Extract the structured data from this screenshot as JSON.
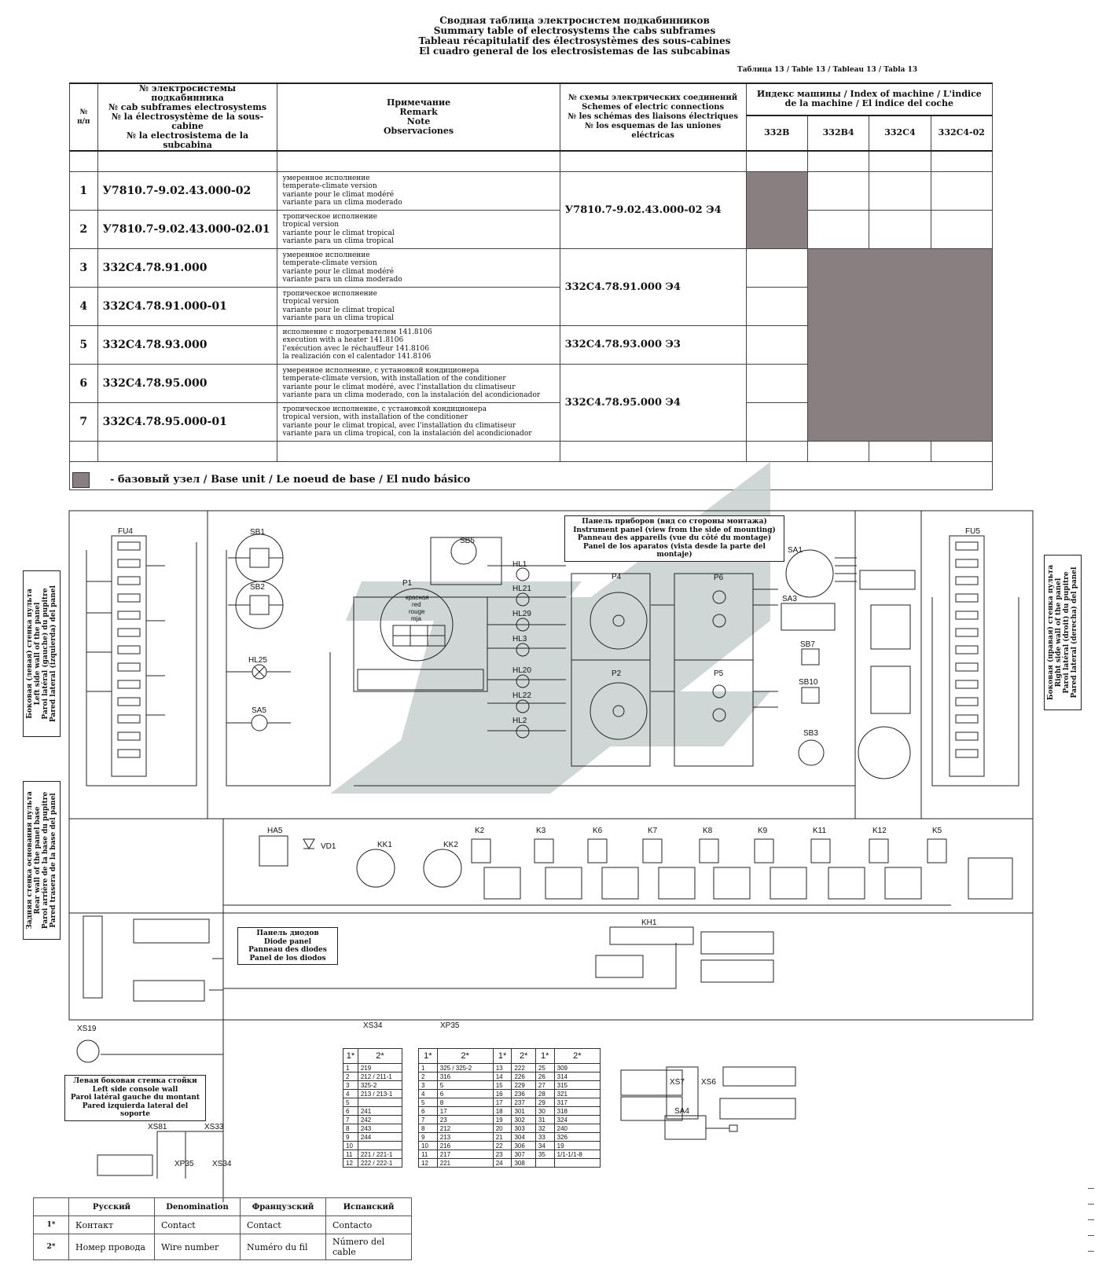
{
  "title_lines": [
    "Сводная таблица электросистем подкабинников",
    "Summary table of electrosystems the cabs subframes",
    "Tableau récapitulatif des électrosystèmes des sous-cabines",
    "El cuadro general de los electrosistemas de las subcabinas"
  ],
  "table_ref": "Таблица 13 / Table 13 / Tableau 13 / Tabla 13",
  "header": {
    "num": "№ п/п",
    "code": [
      "№ электросистемы подкабинника",
      "№ cab subframes electrosystems",
      "№ la électrosystème de la sous-cabine",
      "№ la electrosistema  de la subcabina"
    ],
    "remark": [
      "Примечание",
      "Remark",
      "Note",
      "Observaciones"
    ],
    "scheme": [
      "№ схемы электрических соединений",
      "Schemes of electric connections",
      "№ les schémas des liaisons électriques",
      "№ los esquemas de las uniones eléctricas"
    ],
    "index_title": "Индекс машины / Index of machine / L'indice de la machine / El indice del coche",
    "index_cols": [
      "332B",
      "332B4",
      "332C4",
      "332C4-02"
    ]
  },
  "rows": [
    {
      "num": "1",
      "code": "У7810.7-9.02.43.000-02",
      "remark": [
        "умеренное исполнение",
        "temperate-climate version",
        "variante pour le climat modéré",
        "variante para un clima moderado"
      ],
      "fill": [
        true,
        false,
        false,
        false
      ]
    },
    {
      "num": "2",
      "code": "У7810.7-9.02.43.000-02.01",
      "remark": [
        "тропическое исполнение",
        "tropical version",
        "variante pour le climat tropical",
        "variante para un clima tropical"
      ],
      "fill": [
        true,
        false,
        false,
        false
      ]
    },
    {
      "num": "3",
      "code": "332C4.78.91.000",
      "remark": [
        "умеренное исполнение",
        "temperate-climate version",
        "variante pour le climat modéré",
        "variante para un clima moderado"
      ],
      "fill": [
        false,
        true,
        true,
        true
      ]
    },
    {
      "num": "4",
      "code": "332C4.78.91.000-01",
      "remark": [
        "тропическое исполнение",
        "tropical version",
        "variante pour le climat tropical",
        "variante para un clima tropical"
      ],
      "fill": [
        false,
        true,
        true,
        true
      ]
    },
    {
      "num": "5",
      "code": "332C4.78.93.000",
      "remark": [
        "исполнение с подогревателем 141.8106",
        "execution  with a heater 141.8106",
        "l'exécution avec le réchauffeur 141.8106",
        "la realización con el calentador 141.8106"
      ],
      "fill": [
        false,
        true,
        true,
        true
      ]
    },
    {
      "num": "6",
      "code": "332C4.78.95.000",
      "remark": [
        "умеренное исполнение, с установкой кондиционера",
        "temperate-climate version, with installation of the conditioner",
        "variante pour le climat modéré, avec l'installation du climatiseur",
        "variante para un clima moderado, con la instalación del acondicionador"
      ],
      "fill": [
        false,
        true,
        true,
        true
      ]
    },
    {
      "num": "7",
      "code": "332C4.78.95.000-01",
      "remark": [
        "тропическое исполнение, с установкой кондиционера",
        "tropical version, with installation of the conditioner",
        "variante pour le climat tropical, avec l'installation du climatiseur",
        "variante para un clima tropical, con la instalación del acondicionador"
      ],
      "fill": [
        false,
        true,
        true,
        true
      ]
    }
  ],
  "schemes": [
    "У7810.7-9.02.43.000-02 Э4",
    "332C4.78.91.000 Э4",
    "332C4.78.93.000 Э3",
    "332C4.78.95.000 Э4"
  ],
  "legend": "- базовый узел / Base unit / Le noeud de base / El nudo básico",
  "side_labels": {
    "left": "Боковая (левая) стенка пульта\nLeft side wall of the panel\nParoi latéral (gauche) du pupitre\nPared lateral (izquierda) del panel",
    "rear": "Задняя стенка основания пульта\nRear wall of the panel base\nParoi arrière de la base du pupitre\nPared trasera de la base del panel",
    "right": "Боковая (правая) стенка пульта\nRight side wall of the panel\nParoi latéral (droit) du pupitre\nPared lateral (derecha) del panel"
  },
  "box_labels": {
    "instrument": [
      "Панель приборов (вид со стороны монтажа)",
      "Instrument panel (view from the side of mounting)",
      "Panneau des appareils (vue du côté du montage)",
      "Panel de los aparatos (vista desde la parte del montaje)"
    ],
    "diode": [
      "Панель диодов",
      "Diode panel",
      "Panneau des diodes",
      "Panel de los diodos"
    ],
    "console": [
      "Левая боковая стенка стойки",
      "Left side console wall",
      "Paroi latéral gauche du montant",
      "Pared izquierda lateral del soporte"
    ]
  },
  "components": [
    "FU4",
    "SB1",
    "SB2",
    "HL25",
    "SA5",
    "SB5",
    "HL1",
    "HL21",
    "HL29",
    "HL3",
    "HL20",
    "HL22",
    "HL2",
    "P1",
    "P4",
    "P6",
    "P2",
    "P5",
    "SA1",
    "SA3",
    "SB7",
    "SB10",
    "SB3",
    "FU5",
    "HA5",
    "VD1",
    "KK1",
    "KK2",
    "K2",
    "K3",
    "K6",
    "K7",
    "K8",
    "K9",
    "K11",
    "K12",
    "K5",
    "KH1",
    "XS19",
    "XS81",
    "XS33",
    "XP35",
    "XS34",
    "XS7",
    "XS6",
    "SA4"
  ],
  "p1_text": [
    "красная",
    "red",
    "rouge",
    "mja"
  ],
  "xs34": {
    "title": "XS34",
    "head": [
      "1*",
      "2*"
    ],
    "rows": [
      [
        "1",
        "219"
      ],
      [
        "2",
        "212 / 211-1"
      ],
      [
        "3",
        "325-2"
      ],
      [
        "4",
        "213 / 213-1"
      ],
      [
        "5",
        ""
      ],
      [
        "6",
        "241"
      ],
      [
        "7",
        "242"
      ],
      [
        "8",
        "243"
      ],
      [
        "9",
        "244"
      ],
      [
        "10",
        ""
      ],
      [
        "11",
        "221 / 221-1"
      ],
      [
        "12",
        "222 / 222-1"
      ]
    ]
  },
  "xp35": {
    "title": "XP35",
    "head": [
      "1*",
      "2*",
      "1*",
      "2*",
      "1*",
      "2*"
    ],
    "rows": [
      [
        "1",
        "325 / 325-2",
        "13",
        "222",
        "25",
        "309"
      ],
      [
        "2",
        "316",
        "14",
        "226",
        "26",
        "314"
      ],
      [
        "3",
        "5",
        "15",
        "229",
        "27",
        "315"
      ],
      [
        "4",
        "6",
        "16",
        "236",
        "28",
        "321"
      ],
      [
        "5",
        "8",
        "17",
        "237",
        "29",
        "317"
      ],
      [
        "6",
        "17",
        "18",
        "301",
        "30",
        "318"
      ],
      [
        "7",
        "23",
        "19",
        "302",
        "31",
        "324"
      ],
      [
        "8",
        "212",
        "20",
        "303",
        "32",
        "240"
      ],
      [
        "9",
        "213",
        "21",
        "304",
        "33",
        "326"
      ],
      [
        "10",
        "216",
        "22",
        "306",
        "34",
        "19"
      ],
      [
        "11",
        "217",
        "23",
        "307",
        "35",
        "1/1-1/1-8"
      ],
      [
        "12",
        "221",
        "24",
        "308",
        "",
        ""
      ]
    ]
  },
  "bottom_table": {
    "head": [
      "",
      "Русский",
      "Denomination",
      "Французский",
      "Испанский"
    ],
    "rows": [
      [
        "1*",
        "Контакт",
        "Contact",
        "Contact",
        "Contacto"
      ],
      [
        "2*",
        "Номер провода",
        "Wire number",
        "Numéro du fil",
        "Número del cable"
      ]
    ]
  },
  "colors": {
    "fill": "#8a7f80",
    "watermark": "#c7d0cf"
  }
}
